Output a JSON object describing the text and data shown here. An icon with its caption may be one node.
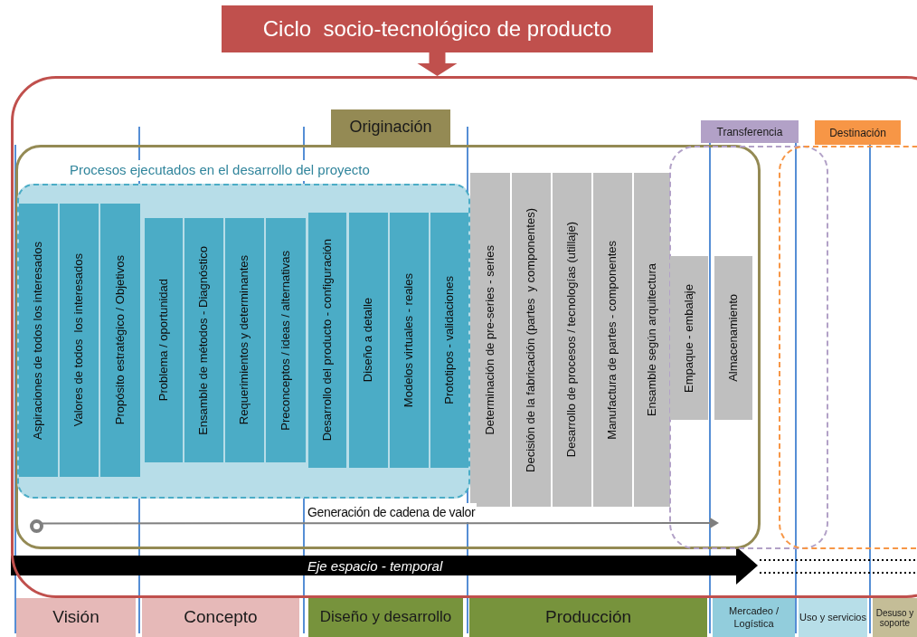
{
  "diagram": {
    "nodes": [
      {
        "text": [
          "Ciclo  socio-tecnológico de producto"
        ]
      },
      {
        "text": [],
        "shape": "box"
      },
      {
        "text": [
          "Originación"
        ],
        "in": 1
      },
      {
        "text": [
          "Procesos ejecutados en el desarrollo del proyecto"
        ],
        "in": 2
      },
      {
        "text": [
          "Aspiraciones de todos los interesados"
        ],
        "in": 3
      },
      {
        "text": [
          "Valores de todos  los interesados"
        ],
        "in": 3
      },
      {
        "text": [
          "Propósito estratégico / Objetivos"
        ],
        "in": 3
      },
      {
        "text": [
          "Problema / oportunidad"
        ],
        "in": 3
      },
      {
        "text": [
          "Ensamble de métodos - Diagnóstico"
        ],
        "in": 3
      },
      {
        "text": [
          "Requerimientos y determinantes"
        ],
        "in": 3
      },
      {
        "text": [
          "Preconceptos / ideas / alternativas"
        ],
        "in": 3
      },
      {
        "text": [
          "Desarrollo del producto - configuración"
        ],
        "in": 3
      },
      {
        "text": [
          "Diseño a detalle"
        ],
        "in": 3
      },
      {
        "text": [
          "Modelos virtuales - reales"
        ],
        "in": 3
      },
      {
        "text": [
          "Prototipos - validaciones"
        ],
        "in": 3
      },
      {
        "text": [
          "Determinación de pre-series - series"
        ],
        "in": 2
      },
      {
        "text": [
          "Decisión de la fabricación (partes  y componentes)"
        ],
        "in": 2
      },
      {
        "text": [
          "Desarrollo de procesos / tecnologías (utillaje)"
        ],
        "in": 2
      },
      {
        "text": [
          "Manufactura de partes - componentes"
        ],
        "in": 2
      },
      {
        "text": [
          "Ensamble según arquitectura"
        ],
        "in": 2
      },
      {
        "text": [
          "Transferencia"
        ],
        "in": 1
      },
      {
        "text": [
          "Empaque - embalaje"
        ]
      },
      {
        "text": [
          "Almacenamiento"
        ]
      },
      {
        "text": [
          "Destinación"
        ],
        "in": 1
      },
      {
        "text": [],
        "shape": "circle",
        "in": 2
      },
      {
        "text": [
          "Visión"
        ]
      },
      {
        "text": [
          "Concepto"
        ]
      },
      {
        "text": [
          "Diseño y desarrollo"
        ]
      },
      {
        "text": [
          "Producción"
        ]
      },
      {
        "text": [
          "Mercadeo / Logística"
        ]
      },
      {
        "text": [
          "Uso y servicios"
        ]
      },
      {
        "text": [
          "Desuso y soporte"
        ]
      }
    ],
    "edges": [
      {
        "from": 0,
        "to": 1,
        "arrow": "to",
        "style": "thick",
        "color": "#c0504d"
      },
      {
        "from": 24,
        "to": 20,
        "arrow": "to",
        "label": "Generación de cadena de valor",
        "color": "#7f7f7f"
      }
    ],
    "labels": [
      "Eje espacio - temporal"
    ]
  }
}
